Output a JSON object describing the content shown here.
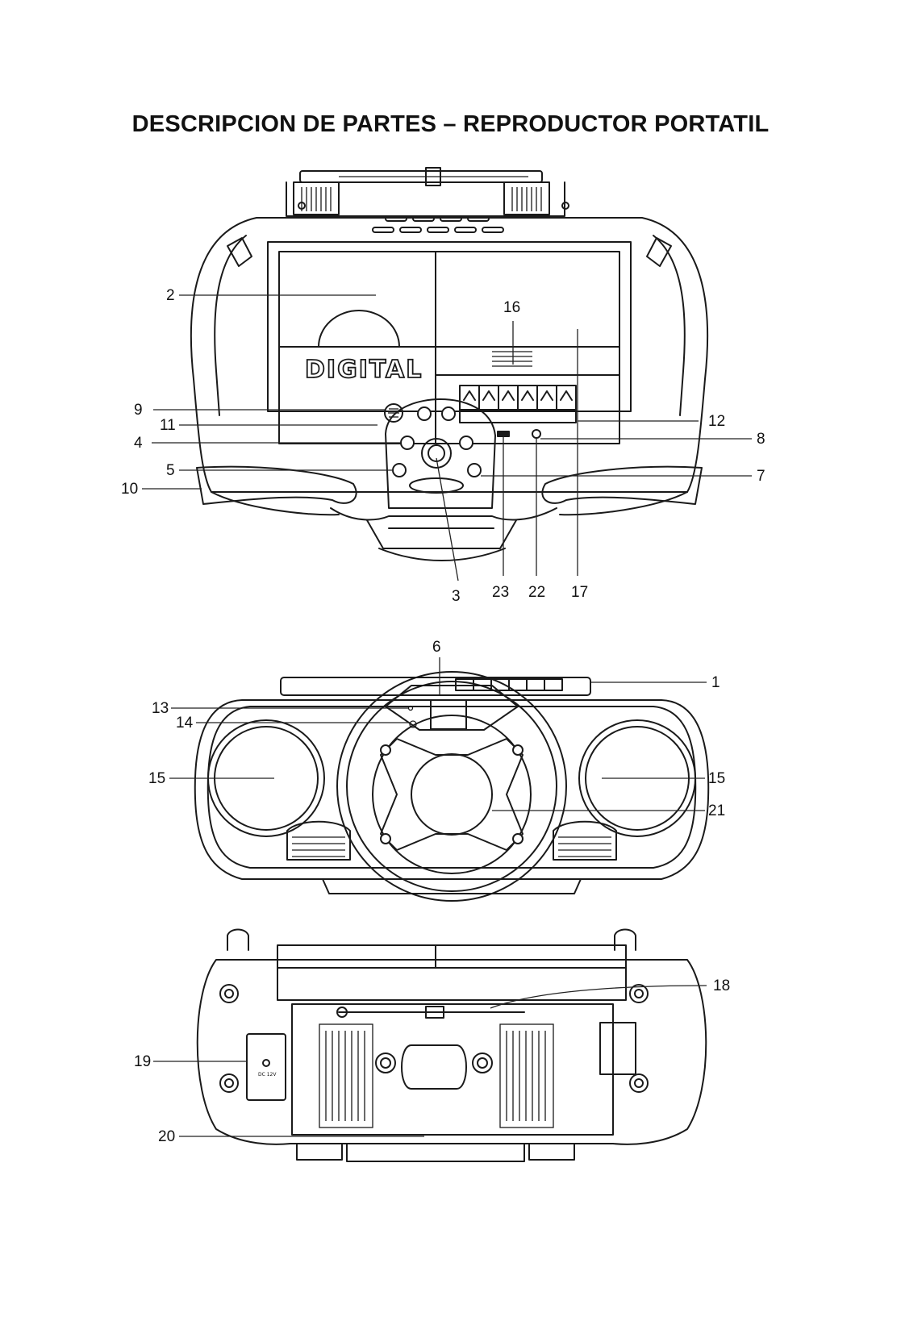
{
  "title": "DESCRIPCION DE PARTES – REPRODUCTOR PORTATIL",
  "top_view": {
    "logo_text": "DIGITAL",
    "callouts": [
      "2",
      "16",
      "9",
      "11",
      "12",
      "4",
      "8",
      "5",
      "7",
      "10",
      "3",
      "23",
      "22",
      "17"
    ]
  },
  "front_view": {
    "callouts": [
      "6",
      "1",
      "13",
      "14",
      "15",
      "15",
      "21"
    ]
  },
  "back_view": {
    "dc_label": "DC 12V",
    "callouts": [
      "18",
      "19",
      "20"
    ]
  }
}
